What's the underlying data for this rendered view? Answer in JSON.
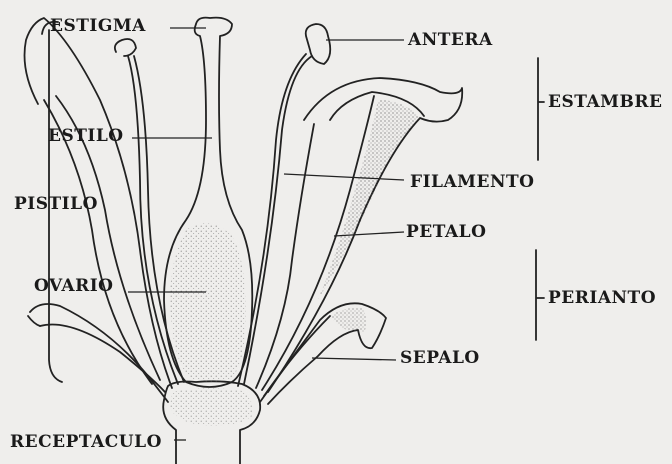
{
  "diagram": {
    "labels": {
      "estigma": "ESTIGMA",
      "estilo": "ESTILO",
      "pistilo": "PISTILO",
      "ovario": "OVARIO",
      "receptaculo": "RECEPTACULO",
      "antera": "ANTERA",
      "filamento": "FILAMENTO",
      "petalo": "PETALO",
      "sepalo": "SEPALO",
      "estambre": "ESTAMBRE",
      "perianto": "PERIANTO"
    }
  }
}
